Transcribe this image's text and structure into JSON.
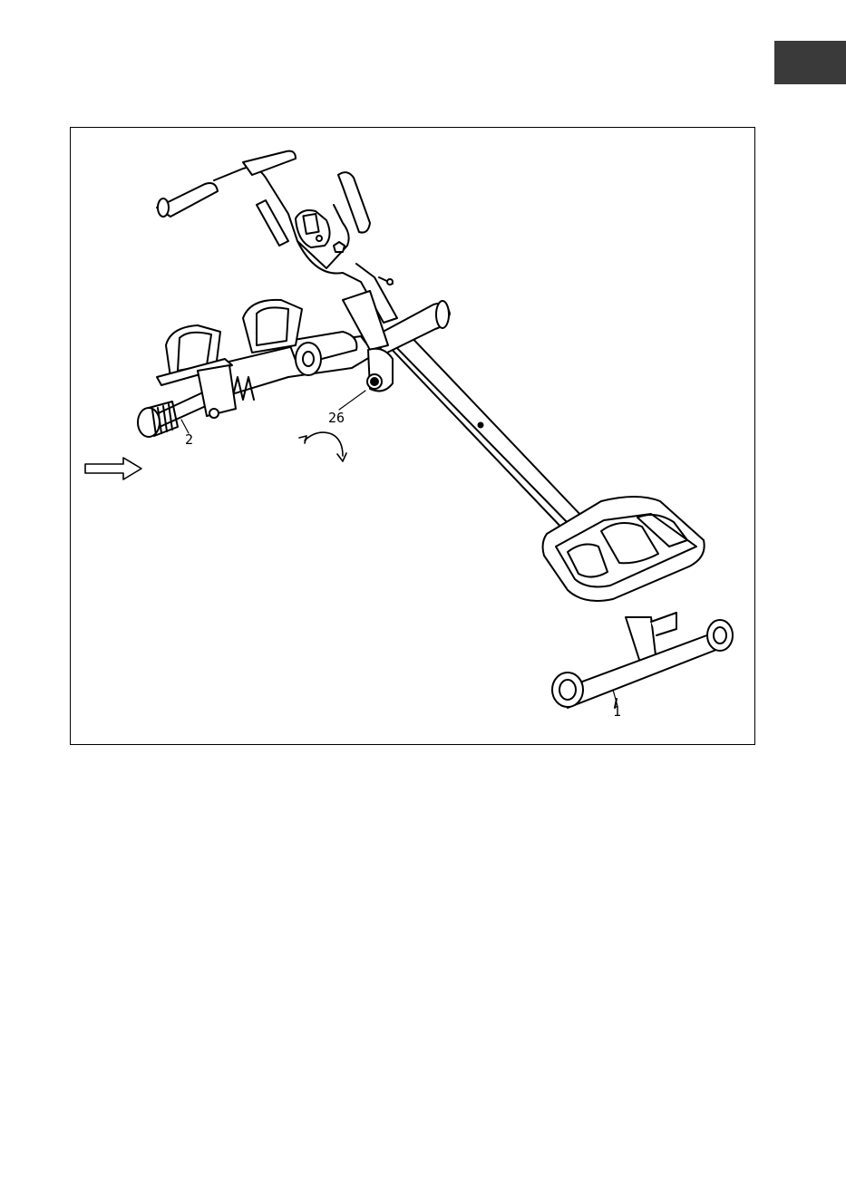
{
  "page": {
    "tab_color": "#3a3a3a"
  },
  "figure": {
    "callouts": {
      "part_2": "2",
      "part_26": "26",
      "part_1": "1"
    },
    "icons": {
      "direction_arrow": "right-arrow-icon",
      "rotate_arrow": "rotate-arrow-icon"
    }
  }
}
